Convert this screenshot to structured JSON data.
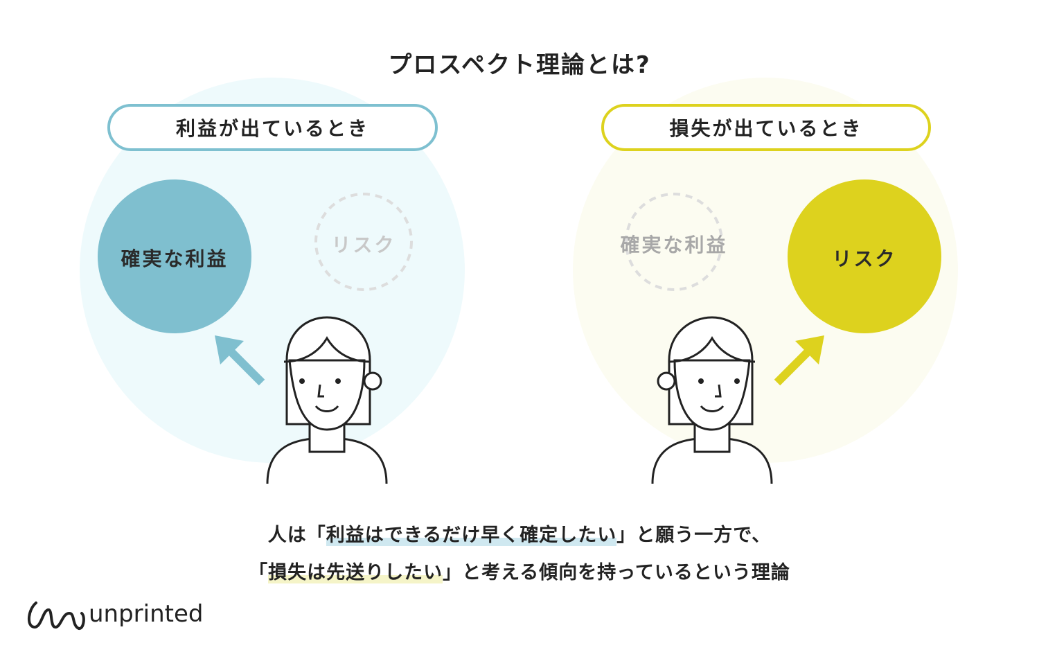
{
  "title": "プロスペクト理論とは?",
  "left_panel": {
    "header": "利益が出ているとき",
    "chosen": "確実な利益",
    "not_chosen": "リスク"
  },
  "right_panel": {
    "header": "損失が出ているとき",
    "chosen": "リスク",
    "not_chosen": "確実な利益"
  },
  "caption": {
    "line1_pre": "人は「",
    "line1_hl": "利益はできるだけ早く確定したい",
    "line1_post": "」と願う一方で、",
    "line2_pre": "「",
    "line2_hl": "損失は先送りしたい",
    "line2_post": "」と考える傾向を持っているという理論"
  },
  "logo": {
    "text": "unprinted"
  },
  "colors": {
    "blue": "#7fbfcf",
    "yellow": "#ddd21e",
    "blue_bg": "#eefafc",
    "yellow_bg": "#fcfcf1"
  }
}
